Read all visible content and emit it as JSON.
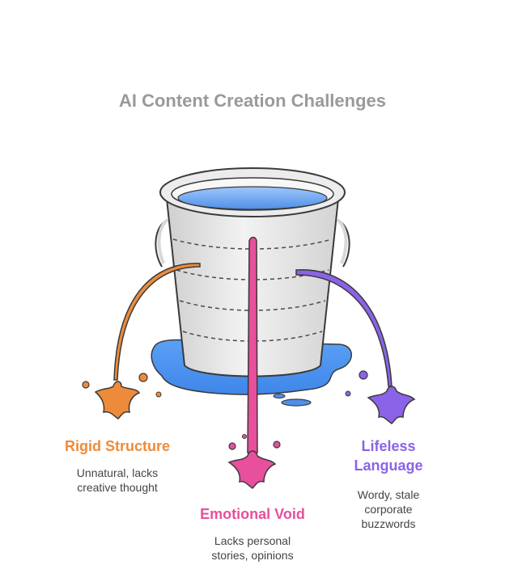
{
  "title": "AI Content Creation Challenges",
  "colors": {
    "title": "#9a9a9a",
    "water": "#5b9cf0",
    "bucket": "#e6e6e6",
    "rigid": "#ee8b3a",
    "emotional": "#e84f9c",
    "lifeless": "#8a63e8"
  },
  "items": [
    {
      "label_lines": [
        "Rigid Structure"
      ],
      "desc_lines": [
        "Unnatural, lacks",
        "creative thought"
      ]
    },
    {
      "label_lines": [
        "Emotional Void"
      ],
      "desc_lines": [
        "Lacks personal",
        "stories, opinions"
      ]
    },
    {
      "label_lines": [
        "Lifeless",
        "Language"
      ],
      "desc_lines": [
        "Wordy, stale",
        "corporate",
        "buzzwords"
      ]
    }
  ]
}
